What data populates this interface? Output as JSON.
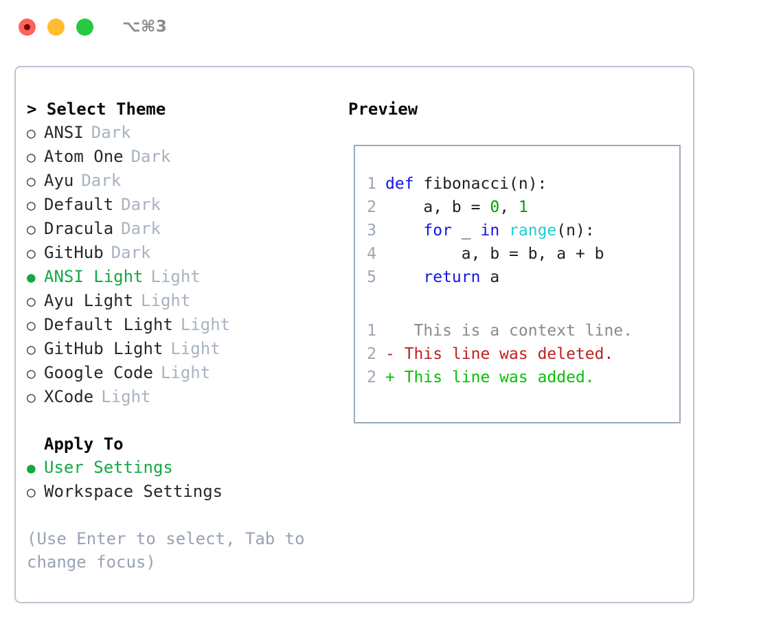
{
  "titlebar": {
    "shortcut": "⌥⌘3",
    "buttons": [
      {
        "name": "close",
        "color": "#ff6259"
      },
      {
        "name": "minimize",
        "color": "#ffbd2e"
      },
      {
        "name": "maximize",
        "color": "#26c940"
      }
    ]
  },
  "theme_section": {
    "header": "> Select Theme",
    "items": [
      {
        "marker": "○",
        "name": "ANSI",
        "tag": "Dark",
        "selected": false
      },
      {
        "marker": "○",
        "name": "Atom One",
        "tag": "Dark",
        "selected": false
      },
      {
        "marker": "○",
        "name": "Ayu",
        "tag": "Dark",
        "selected": false
      },
      {
        "marker": "○",
        "name": "Default",
        "tag": "Dark",
        "selected": false
      },
      {
        "marker": "○",
        "name": "Dracula",
        "tag": "Dark",
        "selected": false
      },
      {
        "marker": "○",
        "name": "GitHub",
        "tag": "Dark",
        "selected": false
      },
      {
        "marker": "●",
        "name": "ANSI Light",
        "tag": "Light",
        "selected": true
      },
      {
        "marker": "○",
        "name": "Ayu Light",
        "tag": "Light",
        "selected": false
      },
      {
        "marker": "○",
        "name": "Default Light",
        "tag": "Light",
        "selected": false
      },
      {
        "marker": "○",
        "name": "GitHub Light",
        "tag": "Light",
        "selected": false
      },
      {
        "marker": "○",
        "name": "Google Code",
        "tag": "Light",
        "selected": false
      },
      {
        "marker": "○",
        "name": "XCode",
        "tag": "Light",
        "selected": false
      }
    ]
  },
  "apply_section": {
    "header": "Apply To",
    "items": [
      {
        "marker": "●",
        "name": "User Settings",
        "selected": true
      },
      {
        "marker": "○",
        "name": "Workspace Settings",
        "selected": false
      }
    ]
  },
  "hint": "(Use Enter to select, Tab to change focus)",
  "preview": {
    "header": "Preview",
    "code_lines": [
      {
        "num": "1",
        "tokens": [
          {
            "t": "def",
            "c": "kw"
          },
          {
            "t": " fibonacci(n):",
            "c": "body"
          }
        ]
      },
      {
        "num": "2",
        "tokens": [
          {
            "t": "    a, b = ",
            "c": "body"
          },
          {
            "t": "0",
            "c": "num"
          },
          {
            "t": ", ",
            "c": "body"
          },
          {
            "t": "1",
            "c": "num"
          }
        ]
      },
      {
        "num": "3",
        "tokens": [
          {
            "t": "    ",
            "c": "body"
          },
          {
            "t": "for",
            "c": "kw"
          },
          {
            "t": " _ ",
            "c": "body"
          },
          {
            "t": "in",
            "c": "kw"
          },
          {
            "t": " ",
            "c": "body"
          },
          {
            "t": "range",
            "c": "fn"
          },
          {
            "t": "(n):",
            "c": "body"
          }
        ]
      },
      {
        "num": "4",
        "tokens": [
          {
            "t": "        a, b = b, a + b",
            "c": "body"
          }
        ]
      },
      {
        "num": "5",
        "tokens": [
          {
            "t": "    ",
            "c": "body"
          },
          {
            "t": "return",
            "c": "kw"
          },
          {
            "t": " a",
            "c": "body"
          }
        ]
      }
    ],
    "diff_lines": [
      {
        "num": "1",
        "sign": " ",
        "text": "  This is a context line.",
        "kind": "ctx"
      },
      {
        "num": "2",
        "sign": "-",
        "text": " This line was deleted.",
        "kind": "del"
      },
      {
        "num": "2",
        "sign": "+",
        "text": " This line was added.",
        "kind": "add"
      }
    ]
  },
  "colors": {
    "accent_green": "#14a844",
    "diff_add": "#05c005",
    "diff_del": "#c02020",
    "keyword_blue": "#1414e6",
    "function_cyan": "#1ccfd4",
    "number_green": "#00a000",
    "muted": "#a8b2c0",
    "border": "#bcc4d0",
    "panel_border": "#9aaabb"
  }
}
